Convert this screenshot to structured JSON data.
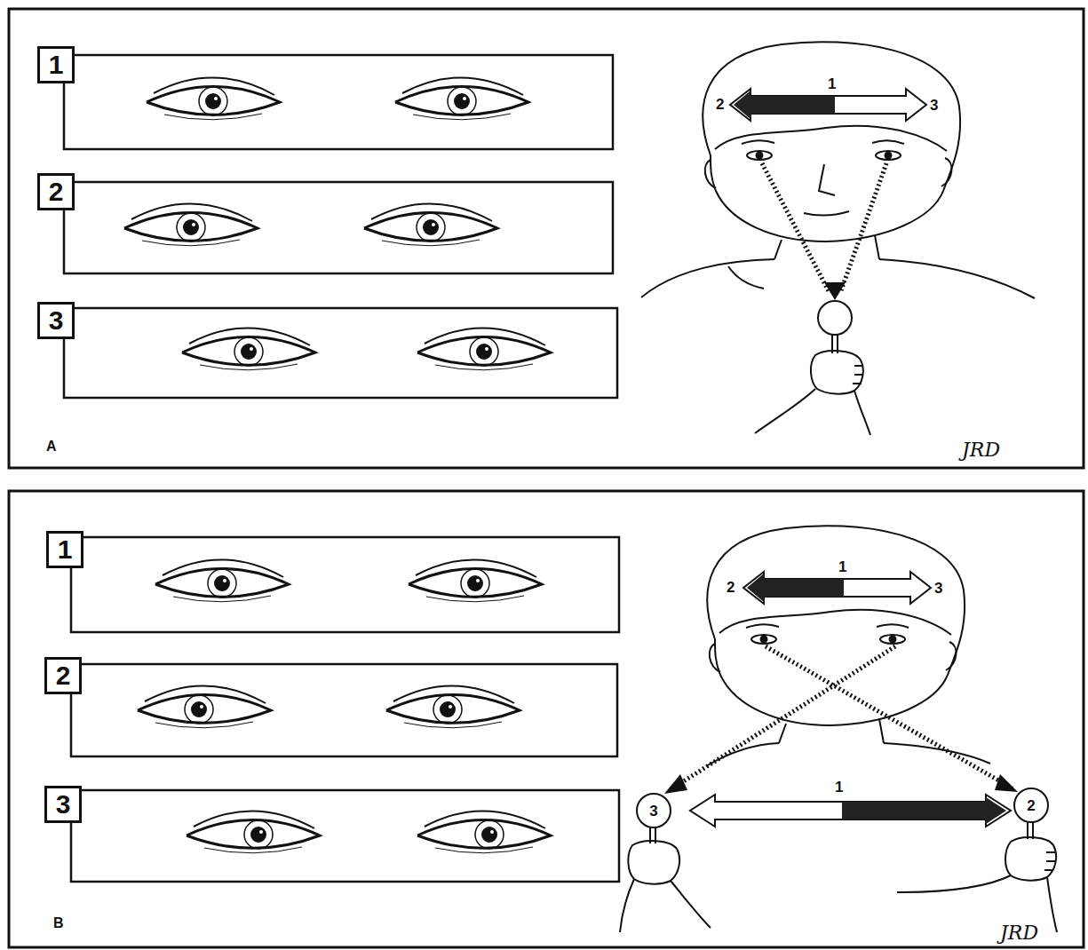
{
  "diagram": {
    "nodes": [
      {
        "text": [
          "1"
        ]
      },
      {
        "text": [
          "2"
        ]
      },
      {
        "text": [
          "3"
        ]
      },
      {
        "text": [
          "1"
        ]
      },
      {
        "text": [
          "2"
        ]
      },
      {
        "text": [
          "3"
        ]
      },
      {
        "text": [
          "3"
        ]
      },
      {
        "text": [
          "2"
        ]
      }
    ],
    "labels": [
      "2",
      "1",
      "3",
      "A",
      "JRD",
      "2",
      "1",
      "3",
      "1",
      "B",
      "JRD"
    ]
  }
}
